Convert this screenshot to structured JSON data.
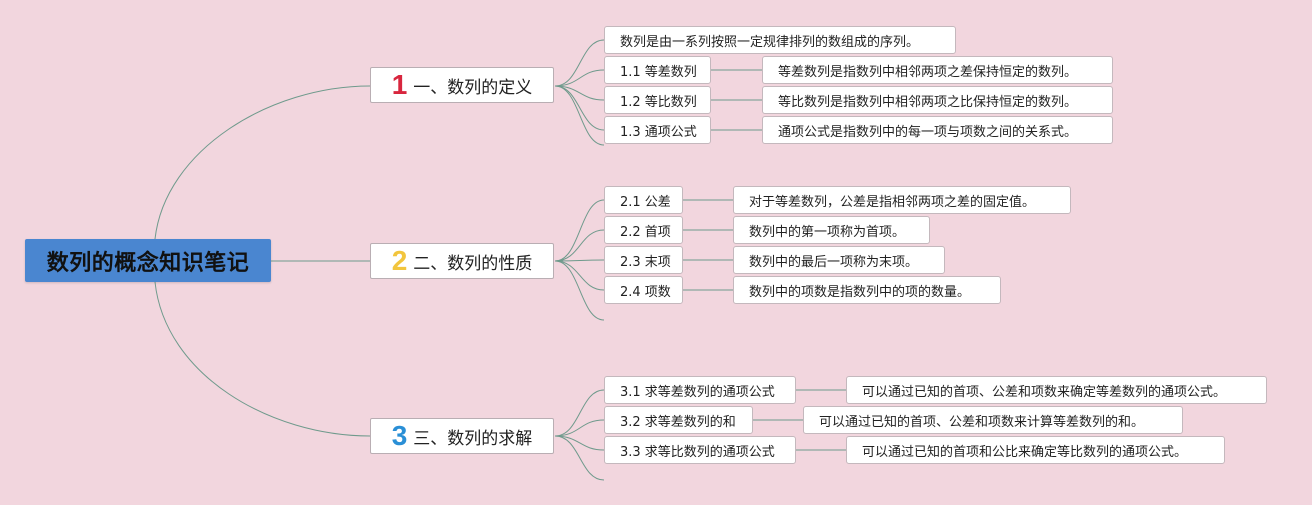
{
  "root": {
    "title": "数列的概念知识笔记",
    "color": "#4a86d0"
  },
  "line_color": "#6f9a8c",
  "sections": [
    {
      "num": "1",
      "num_color": "#d8263e",
      "label": "一、数列的定义",
      "intro": "数列是由一系列按照一定规律排列的数组成的序列。",
      "items": [
        {
          "label": "1.1 等差数列",
          "desc": "等差数列是指数列中相邻两项之差保持恒定的数列。"
        },
        {
          "label": "1.2 等比数列",
          "desc": "等比数列是指数列中相邻两项之比保持恒定的数列。"
        },
        {
          "label": "1.3 通项公式",
          "desc": "通项公式是指数列中的每一项与项数之间的关系式。"
        }
      ]
    },
    {
      "num": "2",
      "num_color": "#f2c53d",
      "label": "二、数列的性质",
      "items": [
        {
          "label": "2.1 公差",
          "desc": "对于等差数列，公差是指相邻两项之差的固定值。"
        },
        {
          "label": "2.2 首项",
          "desc": "数列中的第一项称为首项。"
        },
        {
          "label": "2.3 末项",
          "desc": "数列中的最后一项称为末项。"
        },
        {
          "label": "2.4 项数",
          "desc": "数列中的项数是指数列中的项的数量。"
        }
      ]
    },
    {
      "num": "3",
      "num_color": "#2a8fd6",
      "label": "三、数列的求解",
      "items": [
        {
          "label": "3.1 求等差数列的通项公式",
          "desc": "可以通过已知的首项、公差和项数来确定等差数列的通项公式。"
        },
        {
          "label": "3.2 求等差数列的和",
          "desc": "可以通过已知的首项、公差和项数来计算等差数列的和。"
        },
        {
          "label": "3.3 求等比数列的通项公式",
          "desc": "可以通过已知的首项和公比来确定等比数列的通项公式。"
        }
      ]
    }
  ]
}
